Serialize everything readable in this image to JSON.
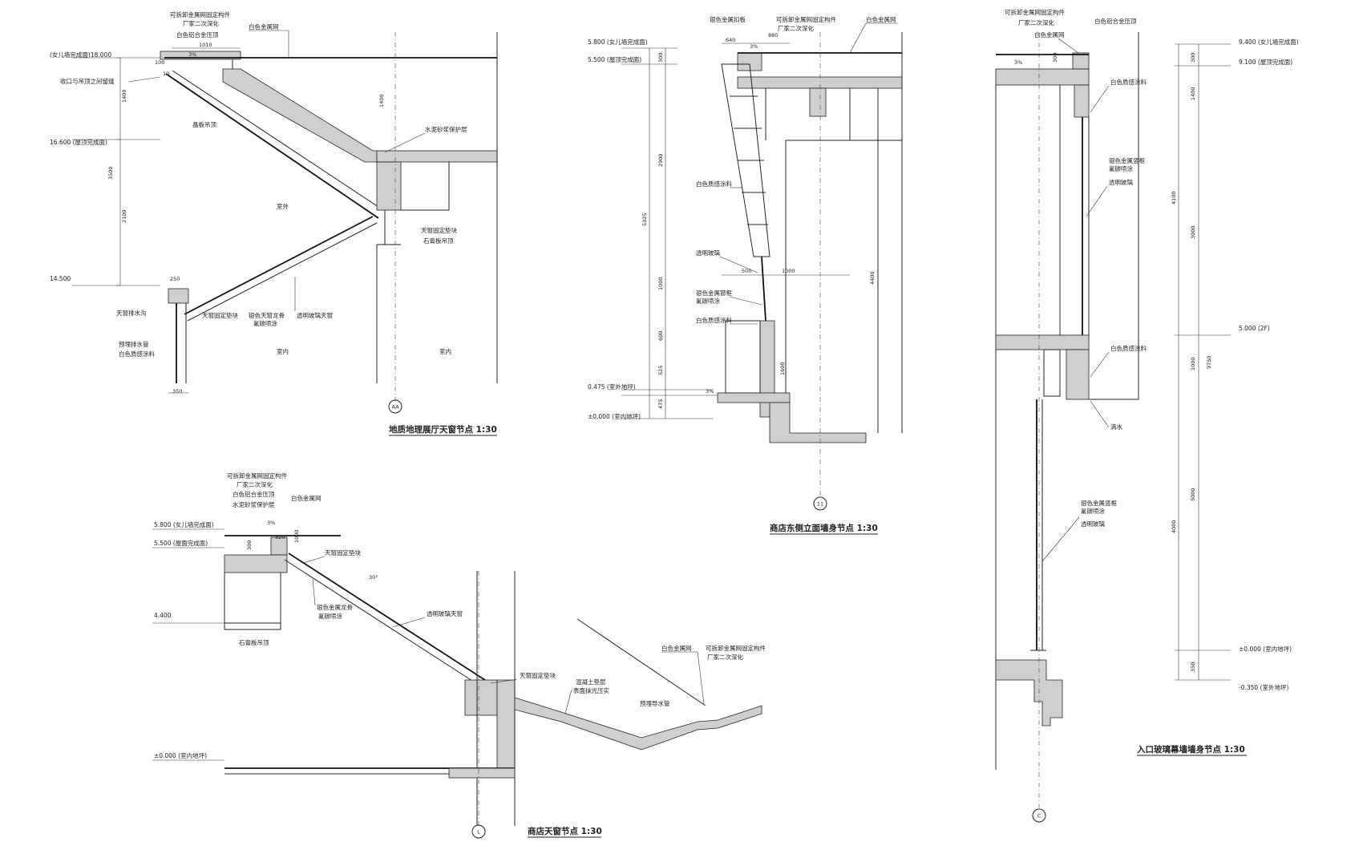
{
  "colors": {
    "line": "#222222",
    "concrete": "#cfcfcf",
    "background": "#ffffff"
  },
  "d1": {
    "title": "地质地理展厅天窗节点  1:30",
    "axis": "AA",
    "labels": {
      "parapet": "可拆卸金属网固定构件",
      "factory": "厂家二次深化",
      "alu": "白色铝合金压顶",
      "mesh": "白色金属网",
      "elev_parapet": "(女儿墙完成面)18.000",
      "gap": "收口与吊顶之间留缝",
      "ceiling": "晶板吊顶",
      "mortar": "水泥砂浆保护层",
      "elev_roof": "16.600 (屋顶完成面)",
      "outdoor": "室外",
      "fix_block": "天窗固定垫块",
      "gypsum": "石膏板吊顶",
      "elev_low": "14.500",
      "gutter": "天窗排水沟",
      "block2": "天窗固定垫块",
      "keel": "银色天窗龙骨",
      "keel2": "氟碳喷涂",
      "glass": "透明玻璃天窗",
      "pipe": "预埋排水管",
      "paint": "白色质感涂料",
      "indoor1": "室内",
      "indoor2": "室内"
    },
    "dims": {
      "d1010": "1010",
      "slope": "3%",
      "d1400a": "1400",
      "d1400b": "1400",
      "d3500": "3500",
      "d2100": "2100",
      "d250": "250",
      "d350": "350",
      "d100": "100",
      "d10": "10"
    }
  },
  "d2": {
    "title": "商店东侧立面墙身节点  1:30",
    "axis": "11",
    "labels": {
      "silverplate": "银色金属扣板",
      "parapet": "可拆卸金属网固定构件",
      "factory": "厂家二次深化",
      "mesh": "白色金属网",
      "elev_580": "5.800 (女儿墙完成面)",
      "elev_550": "5.500 (屋顶完成面)",
      "paint1": "白色质感涂料",
      "glass": "透明玻璃",
      "frame": "银色金属窗框",
      "frame2": "氟碳喷涂",
      "paint2": "白色质感涂料",
      "elev_out": "0.475 (室外地坪)",
      "elev_in": "±0.000 (室内地坪)"
    },
    "dims": {
      "d640": "640",
      "d880": "880",
      "slope": "3%",
      "slope2": "3%",
      "d300": "300",
      "d2900": "2900",
      "d5325": "5325",
      "d1000": "1000",
      "d600": "600",
      "d525": "525",
      "d475": "475",
      "d500": "500",
      "d1000b": "1000",
      "d4400": "4400",
      "d1600": "1600"
    }
  },
  "d3": {
    "title": "入口玻璃幕墙墙身节点  1:30",
    "axis": "C",
    "labels": {
      "parapet": "可拆卸金属网固定构件",
      "factory": "厂家二次深化",
      "alu": "白色铝合金压顶",
      "mesh": "白色金属网",
      "elev_940": "9.400 (女儿墙完成面)",
      "elev_910": "9.100 (屋顶完成面)",
      "paint1": "白色质感涂料",
      "frame": "银色金属竖框",
      "frame2": "氟碳喷涂",
      "glass": "透明玻璃",
      "elev_500": "5.000 (2F)",
      "paint2": "白色质感涂料",
      "drip": "滴水",
      "frame3": "银色金属竖框",
      "frame4": "氟碳喷涂",
      "glass2": "透明玻璃",
      "elev_000": "±0.000 (室内地坪)",
      "elev_035": "-0.350 (室外地坪)"
    },
    "dims": {
      "slope": "3%",
      "d300": "300",
      "d300b": "300",
      "d1400": "1400",
      "d4100": "4100",
      "d3000": "3000",
      "d9750": "9750",
      "d1000": "1000",
      "d5000": "5000",
      "d4000": "4000",
      "d350": "350"
    }
  },
  "d4": {
    "title": "商店天窗节点  1:30",
    "axis": "L",
    "labels": {
      "parapet": "可拆卸金属网固定构件",
      "factory": "厂家二次深化",
      "alu": "白色铝合金压顶",
      "mortar": "水泥砂浆保护层",
      "mesh": "白色金属网",
      "elev_580": "5.800 (女儿墙完成面)",
      "elev_550": "5.500 (屋面完成面)",
      "block": "天窗固定垫块",
      "elev_440": "4.400",
      "keel": "银色金属龙骨",
      "keel2": "氟碳喷涂",
      "glass": "透明玻璃天窗",
      "gypsum": "石膏板吊顶",
      "block2": "天窗固定垫块",
      "concrete": "混凝土垫层",
      "concrete2": "表面抹光压实",
      "mesh2": "白色金属网",
      "parapet2": "可拆卸金属网固定构件",
      "factory2": "厂家二次深化",
      "pipe": "预埋导水管",
      "elev_000": "±0.000 (室内地坪)"
    },
    "dims": {
      "d320": "320",
      "slope": "3%",
      "d300": "300",
      "d1000": "1000",
      "angle": "30°"
    }
  }
}
